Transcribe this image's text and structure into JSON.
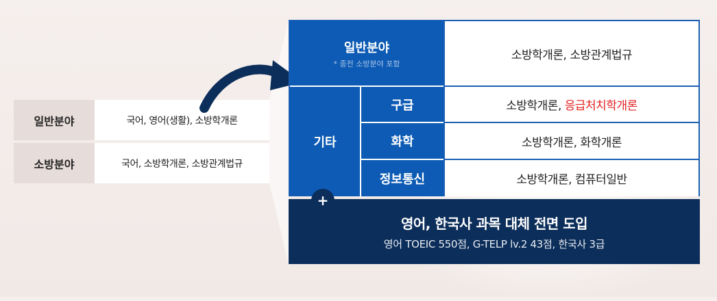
{
  "old": {
    "rows": [
      {
        "head": "일반분야",
        "value": "국어, 영어(생활), 소방학개론"
      },
      {
        "head": "소방분야",
        "value": "국어, 소방학개론, 소방관계법규"
      }
    ]
  },
  "new": {
    "general_head": "일반분야",
    "general_note": "* 종전 소방분야 포함",
    "general_value": "소방학개론, 소방관계법규",
    "other_head": "기타",
    "sub_rows": [
      {
        "head": "구급",
        "value": "소방학개론, ",
        "value_highlight": "응급처치학개론"
      },
      {
        "head": "화학",
        "value": "소방학개론, 화학개론"
      },
      {
        "head": "정보통신",
        "value": "소방학개론, 컴퓨터일반"
      }
    ]
  },
  "bottom": {
    "plus": "+",
    "title": "영어, 한국사 과목 대체 전면 도입",
    "subtitle": "영어 TOEIC 550점, G-TELP lv.2 43점, 한국사 3급"
  },
  "colors": {
    "blue": "#0d5bb4",
    "navy": "#0c2e5a",
    "highlight": "#e31f1f"
  }
}
